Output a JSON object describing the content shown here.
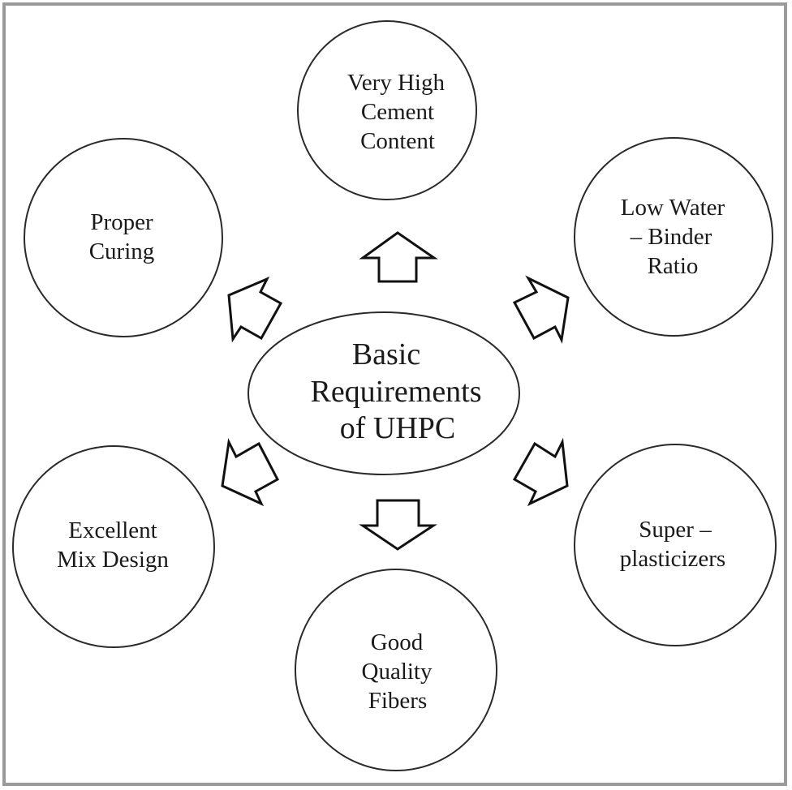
{
  "diagram": {
    "type": "radial-concept-map",
    "center": {
      "id": "basic-requirements",
      "lines": [
        "Basic",
        "Requirements",
        "of UHPC"
      ]
    },
    "nodes": [
      {
        "id": "very-high-cement-content",
        "lines": [
          "Very High",
          "Cement",
          "Content"
        ]
      },
      {
        "id": "low-water-binder-ratio",
        "lines": [
          "Low Water",
          "– Binder",
          "Ratio"
        ]
      },
      {
        "id": "super-plasticizers",
        "lines": [
          "Super –",
          "plasticizers"
        ]
      },
      {
        "id": "good-quality-fibers",
        "lines": [
          "Good",
          "Quality",
          "Fibers"
        ]
      },
      {
        "id": "excellent-mix-design",
        "lines": [
          "Excellent",
          "Mix Design"
        ]
      },
      {
        "id": "proper-curing",
        "lines": [
          "Proper",
          "Curing"
        ]
      }
    ],
    "edges": [
      {
        "from": "basic-requirements",
        "to": "very-high-cement-content",
        "style": "hollow-block-arrow"
      },
      {
        "from": "basic-requirements",
        "to": "low-water-binder-ratio",
        "style": "hollow-block-arrow"
      },
      {
        "from": "basic-requirements",
        "to": "super-plasticizers",
        "style": "hollow-block-arrow"
      },
      {
        "from": "basic-requirements",
        "to": "good-quality-fibers",
        "style": "hollow-block-arrow"
      },
      {
        "from": "basic-requirements",
        "to": "excellent-mix-design",
        "style": "hollow-block-arrow"
      },
      {
        "from": "basic-requirements",
        "to": "proper-curing",
        "style": "hollow-block-arrow"
      }
    ],
    "colors": {
      "frame": "#9a9a9a",
      "stroke": "#1a1a1a",
      "background": "#ffffff"
    }
  }
}
